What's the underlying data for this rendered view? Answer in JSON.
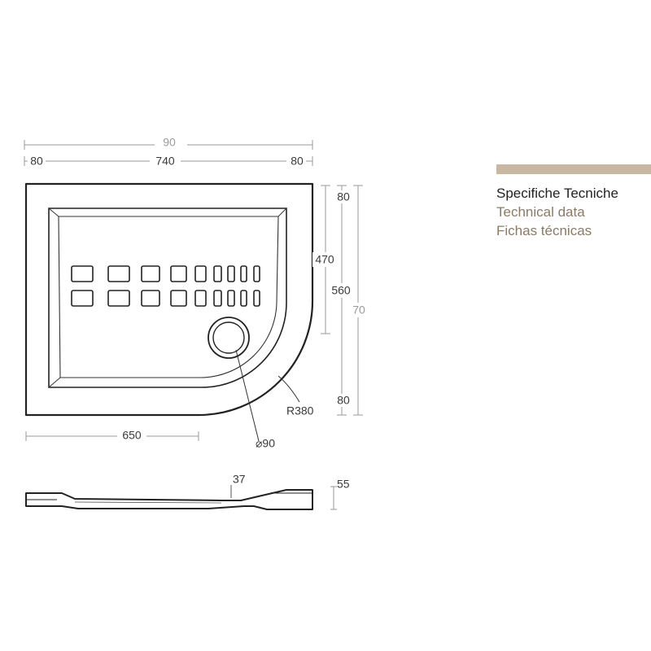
{
  "drawing": {
    "top_dims": {
      "overall_width": "90",
      "left_margin": "80",
      "inner_width": "740",
      "right_margin": "80"
    },
    "right_dims": {
      "top_margin": "80",
      "inner_straight": "470",
      "inner_total": "560",
      "overall_depth": "70",
      "bottom_margin": "80"
    },
    "bottom_dims": {
      "straight_length": "650",
      "radius": "R380",
      "drain_diameter": "⌀90"
    },
    "section": {
      "drain_depth": "37",
      "height": "55"
    }
  },
  "legend": {
    "accent_color": "#c8b8a2",
    "title_it": "Specifiche Tecniche",
    "title_en": "Technical data",
    "title_es": "Fichas técnicas"
  }
}
